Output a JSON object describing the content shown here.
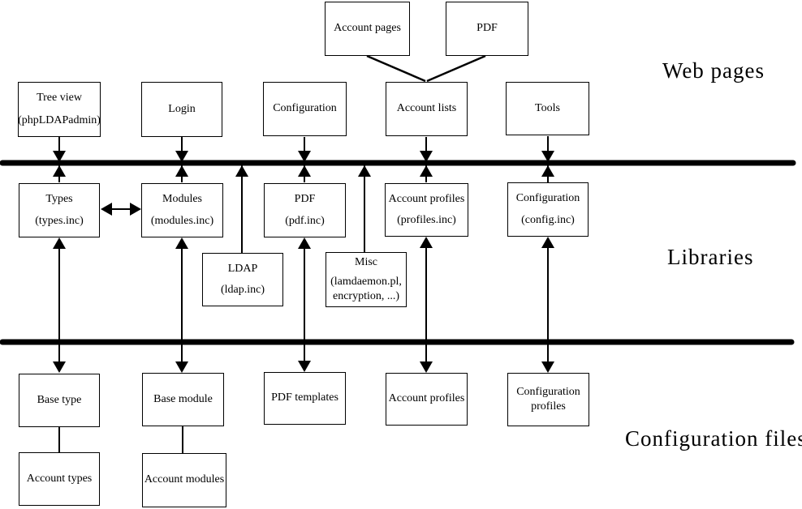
{
  "colors": {
    "line": "#000000",
    "background": "#ffffff",
    "box_border": "#000000"
  },
  "labels": {
    "web_pages": "Web pages",
    "libraries": "Libraries",
    "configuration_files": "Configuration files"
  },
  "boxes": {
    "account_pages": {
      "line1": "Account pages"
    },
    "pdf_page": {
      "line1": "PDF"
    },
    "tree_view": {
      "line1": "Tree view",
      "line2": "(phpLDAPadmin)"
    },
    "login": {
      "line1": "Login"
    },
    "configuration_web": {
      "line1": "Configuration"
    },
    "account_lists": {
      "line1": "Account lists"
    },
    "tools": {
      "line1": "Tools"
    },
    "types": {
      "line1": "Types",
      "line2": "(types.inc)"
    },
    "modules": {
      "line1": "Modules",
      "line2": "(modules.inc)"
    },
    "pdf_lib": {
      "line1": "PDF",
      "line2": "(pdf.inc)"
    },
    "account_profiles_lib": {
      "line1": "Account profiles",
      "line2": "(profiles.inc)"
    },
    "configuration_lib": {
      "line1": "Configuration",
      "line2": "(config.inc)"
    },
    "ldap": {
      "line1": "LDAP",
      "line2": "(ldap.inc)"
    },
    "misc": {
      "line1": "Misc",
      "line2": "(lamdaemon.pl,",
      "line3": "encryption, ...)"
    },
    "base_type": {
      "line1": "Base type"
    },
    "base_module": {
      "line1": "Base module"
    },
    "pdf_templates": {
      "line1": "PDF templates"
    },
    "account_profiles_file": {
      "line1": "Account profiles"
    },
    "configuration_profiles": {
      "line1": "Configuration",
      "line2": "profiles"
    },
    "account_types": {
      "line1": "Account types"
    },
    "account_modules": {
      "line1": "Account modules"
    }
  }
}
